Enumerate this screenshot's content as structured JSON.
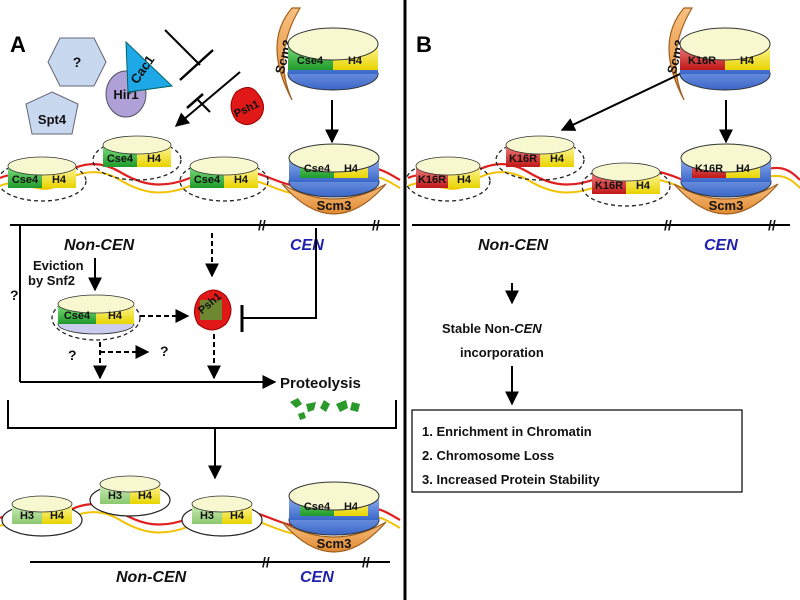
{
  "panels": {
    "a": "A",
    "b": "B"
  },
  "a": {
    "chaperones": {
      "unknown": "?",
      "cac1": "Cac1",
      "hir1": "Hir1",
      "spt4": "Spt4"
    },
    "psh1": "Psh1",
    "cse4": "Cse4",
    "h3": "H3",
    "h4": "H4",
    "scm3": "Scm3",
    "noncen": "Non-CEN",
    "cen": "CEN",
    "eviction_1": "Eviction",
    "eviction_2": "by Snf2",
    "q": "?",
    "proteolysis": "Proteolysis"
  },
  "b": {
    "k16r": "K16R",
    "h4": "H4",
    "scm3": "Scm3",
    "noncen": "Non-CEN",
    "cen": "CEN",
    "stable_pre": "Stable Non-",
    "stable_cen": "CEN",
    "stable_2": "incorporation",
    "outcomes": [
      "1. Enrichment in Chromatin",
      "2. Chromosome Loss",
      "3. Increased Protein Stability"
    ]
  },
  "colors": {
    "cse4": "#3cb83c",
    "h3": "#a8d890",
    "h4": "#f0e020",
    "k16r": "#e23838",
    "scm3": "#f0a050",
    "cenblue": "#4a7de0",
    "dna": "#e02020",
    "psh1": "#e01818",
    "label_blue": "#1f1fb0",
    "chaperone": "#c8d8ee"
  }
}
